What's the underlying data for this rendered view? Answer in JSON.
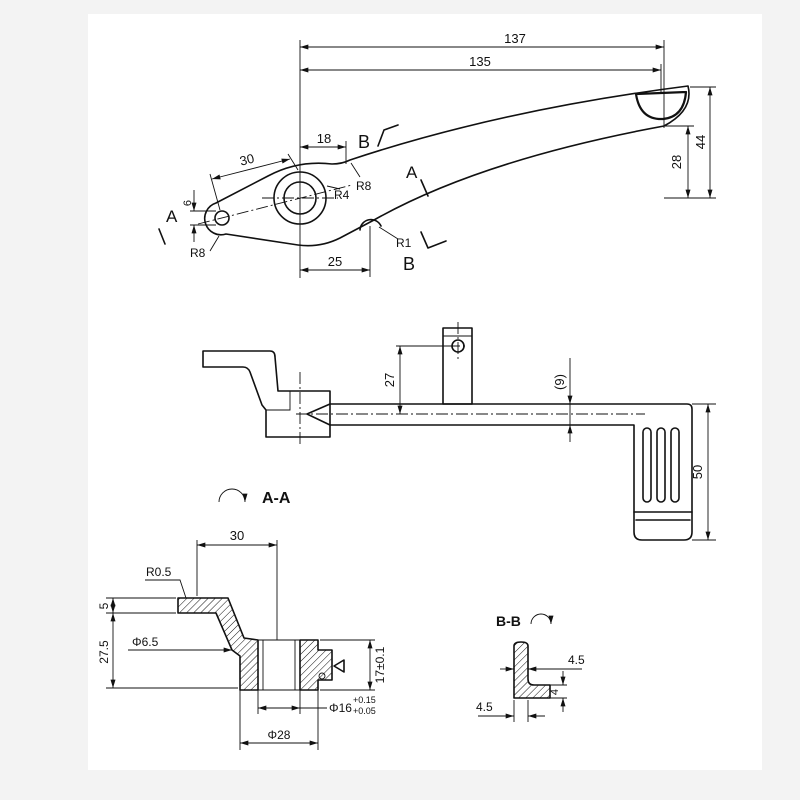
{
  "top_view": {
    "dim_137": "137",
    "dim_135": "135",
    "dim_18": "18",
    "dim_30": "30",
    "dim_25": "25",
    "dim_28": "28",
    "dim_44": "44",
    "dim_6": "6",
    "fillet_upper": "R8",
    "fillet_hub": "R4",
    "fillet_ear": "R8",
    "fillet_small": "R1",
    "section_a_left": "A",
    "section_a_middle": "A",
    "section_b_top": "B",
    "section_b_bottom": "B"
  },
  "side_view": {
    "dim_27": "27",
    "dim_9": "(9)",
    "dim_50": "50"
  },
  "section_a_a": {
    "title": "A-A",
    "dim_30": "30",
    "fillet": "R0.5",
    "dim_5": "5",
    "dim_27_5": "27.5",
    "dia_6_5": "Φ6.5",
    "dim_17": "17±0.1",
    "dia_16": "Φ16",
    "dia_16_upper_tol": "+0.15",
    "dia_16_lower_tol": "+0.05",
    "dia_28": "Φ28"
  },
  "section_b_b": {
    "title": "B-B",
    "dim_4_5_top": "4.5",
    "dim_4": "4",
    "dim_4_5_bottom": "4.5"
  }
}
